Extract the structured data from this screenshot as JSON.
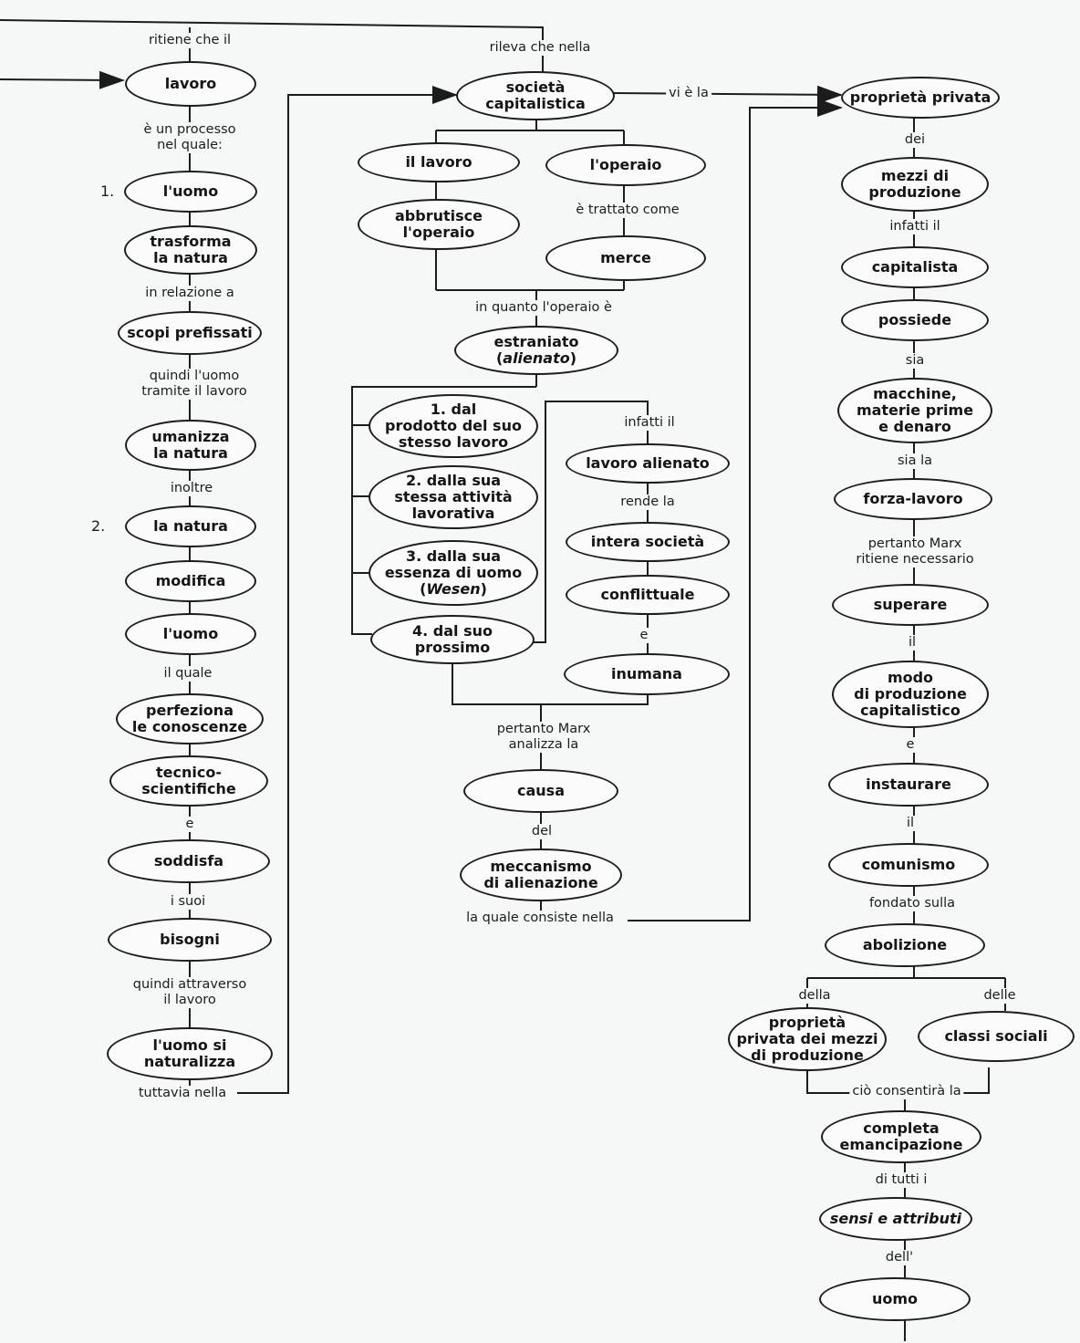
{
  "col1": {
    "labels": {
      "ritiene": "ritiene che il",
      "processo": "è un processo\nnel quale:",
      "relazione": "in relazione a",
      "quindi": "quindi l'uomo\ntramite il lavoro",
      "inoltre": "inoltre",
      "ilquale": "il quale",
      "e": "e",
      "isuoi": "i suoi",
      "attraverso": "quindi attraverso\nil lavoro",
      "tuttavia": "tuttavia nella"
    },
    "numbers": {
      "n1": "1.",
      "n2": "2."
    },
    "nodes": {
      "lavoro": "lavoro",
      "uomo1": "l'uomo",
      "trasforma": "trasforma\nla natura",
      "scopi": "scopi prefissati",
      "umanizza": "umanizza\nla natura",
      "natura": "la natura",
      "modifica": "modifica",
      "uomo2": "l'uomo",
      "perfeziona": "perfeziona\nle conoscenze",
      "tecnico": "tecnico-\nscientifiche",
      "soddisfa": "soddisfa",
      "bisogni": "bisogni",
      "naturalizza": "l'uomo si\nnaturalizza"
    }
  },
  "col2": {
    "labels": {
      "rileva": "rileva che nella",
      "trattato": "è trattato come",
      "inquanto": "in quanto l'operaio è",
      "pertanto": "pertanto Marx\nanalizza la",
      "del": "del",
      "consiste": "la quale consiste nella",
      "infatti": "infatti il",
      "rende": "rende la",
      "e": "e"
    },
    "nodes": {
      "societa": "società\ncapitalistica",
      "illavoro": "il lavoro",
      "operaio": "l'operaio",
      "abbrutisce": "abbrutisce\nl'operaio",
      "merce": "merce",
      "estraniato_1": "estraniato",
      "estraniato_2": "alienato",
      "dal1": "1. dal\nprodotto del suo\nstesso lavoro",
      "dal2": "2. dalla sua\nstessa attività\nlavorativa",
      "dal3_a": "3. dalla sua\nessenza di uomo\n(",
      "dal3_b": "Wesen",
      "dal3_c": ")",
      "dal4": "4. dal suo\nprossimo",
      "lavoroalienato": "lavoro alienato",
      "interasocieta": "intera società",
      "conflittuale": "conflittuale",
      "inumana": "inumana",
      "causa": "causa",
      "meccanismo": "meccanismo\ndi alienazione"
    }
  },
  "col3": {
    "labels": {
      "vie": "vi è la",
      "dei": "dei",
      "infatti": "infatti il",
      "sia": "sia",
      "siala": "sia la",
      "pertanto": "pertanto Marx\nritiene necessario",
      "il1": "il",
      "e": "e",
      "il2": "il",
      "fondato": "fondato sulla",
      "della": "della",
      "delle": "delle",
      "consentira": "ciò consentirà la",
      "ditutti": "di tutti i",
      "dell": "dell'"
    },
    "nodes": {
      "proprieta": "proprietà privata",
      "mezzi": "mezzi di\nproduzione",
      "capitalista": "capitalista",
      "possiede": "possiede",
      "macchine": "macchine,\nmaterie prime\ne denaro",
      "forzalavoro": "forza-lavoro",
      "superare": "superare",
      "modo": "modo\ndi produzione\ncapitalistico",
      "instaurare": "instaurare",
      "comunismo": "comunismo",
      "abolizione": "abolizione",
      "proprietamezzi": "proprietà\nprivata dei mezzi\ndi produzione",
      "classi": "classi sociali",
      "completa": "completa\nemancipazione",
      "sensi": "sensi e attributi",
      "uomo": "uomo"
    }
  }
}
